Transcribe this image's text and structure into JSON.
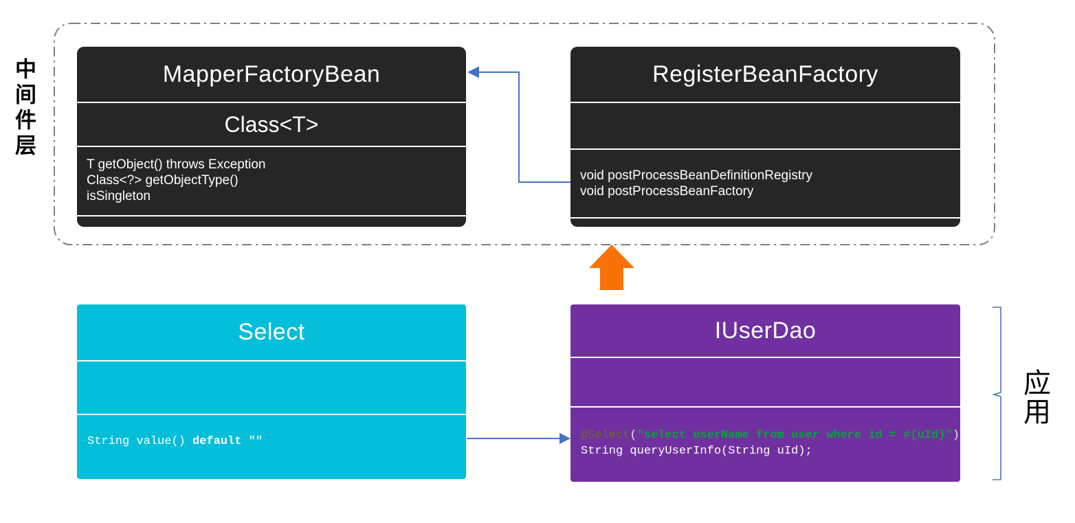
{
  "labels": {
    "middleware_layer": "中间件层",
    "application": "应用"
  },
  "classes": {
    "mapper_factory_bean": {
      "title": "MapperFactoryBean",
      "type_param": "Class<T>",
      "methods": [
        "T getObject() throws Exception",
        "Class<?> getObjectType()",
        "isSingleton"
      ]
    },
    "register_bean_factory": {
      "title": "RegisterBeanFactory",
      "methods": [
        "void postProcessBeanDefinitionRegistry",
        "void postProcessBeanFactory"
      ]
    },
    "select_annotation": {
      "title": "Select",
      "code": {
        "normal": "String value() ",
        "keyword": "default ",
        "quotes": "\"\""
      }
    },
    "iuser_dao": {
      "title": "IUserDao",
      "annotation": {
        "at": "@Select",
        "open_paren": "(",
        "sql_string": "\"select userName from user where id = #{uId}\"",
        "close_paren": ")"
      },
      "method": "String queryUserInfo(String uId);"
    }
  },
  "icons": {
    "up_arrow": "orange-block-up-arrow",
    "left_arrowhead": "blue-left-arrowhead",
    "right_arrowhead": "blue-right-arrowhead",
    "bracket": "right-square-bracket"
  },
  "colors": {
    "dark_box": "#262626",
    "cyan_box": "#04BEDA",
    "purple_box": "#7030A0",
    "connector_blue": "#4472C4",
    "arrow_orange": "#F97109",
    "dashed_border": "#7F7F7F",
    "annotation_olive": "#716A1F",
    "sql_green": "#0AA23C",
    "text_white": "#FFFFFF",
    "label_black": "#000000"
  }
}
